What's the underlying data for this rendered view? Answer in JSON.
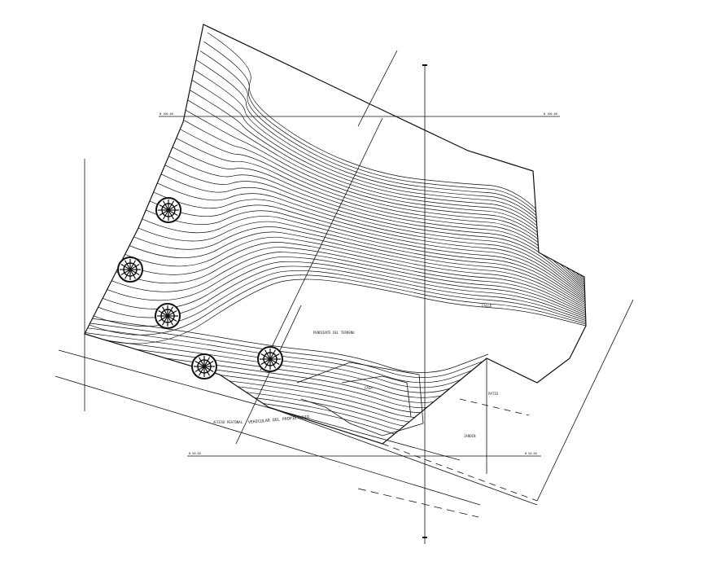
{
  "drawing": {
    "type": "topographic site plan",
    "line_color": "#111111",
    "background": "#ffffff",
    "labels": {
      "road": "VEHICULAR DEL PROPIETARIO",
      "annot_center": "PENDIENTE DEL TERRENO",
      "annot_right": "CALLE",
      "annot_south": "ACCESO PEATONAL",
      "house": "CASA",
      "patio": "PATIO",
      "garden": "JARDIN",
      "axis_top_left": "N 100.00",
      "axis_top_right": "N 100.00",
      "axis_bottom_left": "N 50.00",
      "axis_bottom_right": "N 50.00"
    },
    "trees": [
      "tree-icon",
      "tree-icon",
      "tree-icon",
      "tree-icon",
      "tree-icon"
    ]
  }
}
